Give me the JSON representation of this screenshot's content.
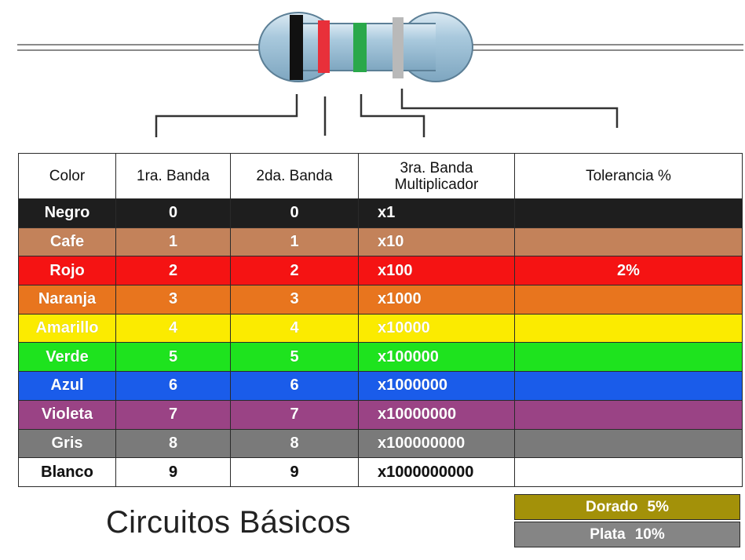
{
  "headers": [
    "Color",
    "1ra. Banda",
    "2da. Banda",
    "3ra. Banda",
    "Multiplicador",
    "Tolerancia %"
  ],
  "rows": [
    {
      "color": "Negro",
      "b1": "0",
      "b2": "0",
      "mult": "x1",
      "tol": "",
      "bg": "#1e1e1e",
      "fg": "#ffffff"
    },
    {
      "color": "Cafe",
      "b1": "1",
      "b2": "1",
      "mult": "x10",
      "tol": "",
      "bg": "#c3825a",
      "fg": "#ffffff"
    },
    {
      "color": "Rojo",
      "b1": "2",
      "b2": "2",
      "mult": "x100",
      "tol": "2%",
      "bg": "#f51313",
      "fg": "#ffffff"
    },
    {
      "color": "Naranja",
      "b1": "3",
      "b2": "3",
      "mult": "x1000",
      "tol": "",
      "bg": "#e8751e",
      "fg": "#ffffff"
    },
    {
      "color": "Amarillo",
      "b1": "4",
      "b2": "4",
      "mult": "x10000",
      "tol": "",
      "bg": "#fbeb00",
      "fg": "#ffffff"
    },
    {
      "color": "Verde",
      "b1": "5",
      "b2": "5",
      "mult": "x100000",
      "tol": "",
      "bg": "#1ee31e",
      "fg": "#ffffff"
    },
    {
      "color": "Azul",
      "b1": "6",
      "b2": "6",
      "mult": "x1000000",
      "tol": "",
      "bg": "#1a5cea",
      "fg": "#ffffff"
    },
    {
      "color": "Violeta",
      "b1": "7",
      "b2": "7",
      "mult": "x10000000",
      "tol": "",
      "bg": "#9a4385",
      "fg": "#ffffff"
    },
    {
      "color": "Gris",
      "b1": "8",
      "b2": "8",
      "mult": "x100000000",
      "tol": "",
      "bg": "#7a7a7a",
      "fg": "#ffffff"
    },
    {
      "color": "Blanco",
      "b1": "9",
      "b2": "9",
      "mult": "x1000000000",
      "tol": "",
      "bg": "#ffffff",
      "fg": "#111111"
    }
  ],
  "extra_tolerance": [
    {
      "name": "Dorado",
      "value": "5%",
      "bg": "#a39109"
    },
    {
      "name": "Plata",
      "value": "10%",
      "bg": "#858585"
    }
  ],
  "caption": "Circuitos Básicos",
  "resistor": {
    "body_color": "#a9c9dd",
    "bands": [
      "#111111",
      "#e8303a",
      "#2aa84a",
      "#b9b9b9"
    ]
  }
}
